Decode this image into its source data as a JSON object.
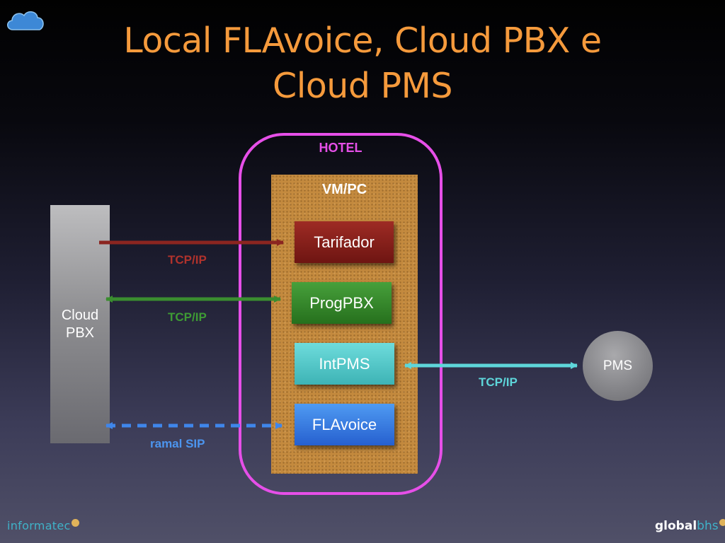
{
  "title": {
    "line1": "Local FLAvoice, Cloud PBX e",
    "line2": "Cloud PMS"
  },
  "hotel": {
    "label": "HOTEL"
  },
  "vm": {
    "label": "VM/PC"
  },
  "modules": {
    "tarifador": "Tarifador",
    "progpbx": "ProgPBX",
    "intpms": "IntPMS",
    "flavoice": "FLAvoice"
  },
  "cloud_pbx": {
    "line1": "Cloud",
    "line2": "PBX"
  },
  "pms": {
    "label": "PMS"
  },
  "connections": {
    "tarifador": "TCP/IP",
    "progpbx": "TCP/IP",
    "intpms": "TCP/IP",
    "flavoice": "ramal SIP"
  },
  "logos": {
    "left": "informatec",
    "right_a": "global",
    "right_b": "bhs"
  },
  "colors": {
    "title": "#f59a3c",
    "hotel_frame": "#e64fe8",
    "tarifador": "#8b2520",
    "progpbx": "#3a8d2f",
    "intpms": "#5ed6da",
    "flavoice": "#3f86eb"
  }
}
